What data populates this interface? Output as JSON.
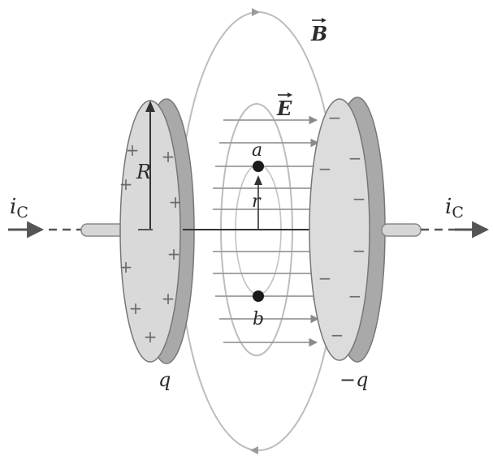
{
  "labels": {
    "B": "B",
    "E": "E",
    "R": "R",
    "r": "r",
    "a": "a",
    "b": "b",
    "q": "q",
    "neg_q": "−q",
    "ic_left": "i",
    "ic_right": "i",
    "ic_sub": "C"
  },
  "signs": {
    "plus": "+",
    "minus": "−"
  },
  "colors": {
    "plate_face": "#d9d9d9",
    "plate_rim": "#a9a9a9",
    "field_line": "#9a9a9a",
    "loop": "#b5b5b5",
    "ink": "#2b2b2b"
  }
}
